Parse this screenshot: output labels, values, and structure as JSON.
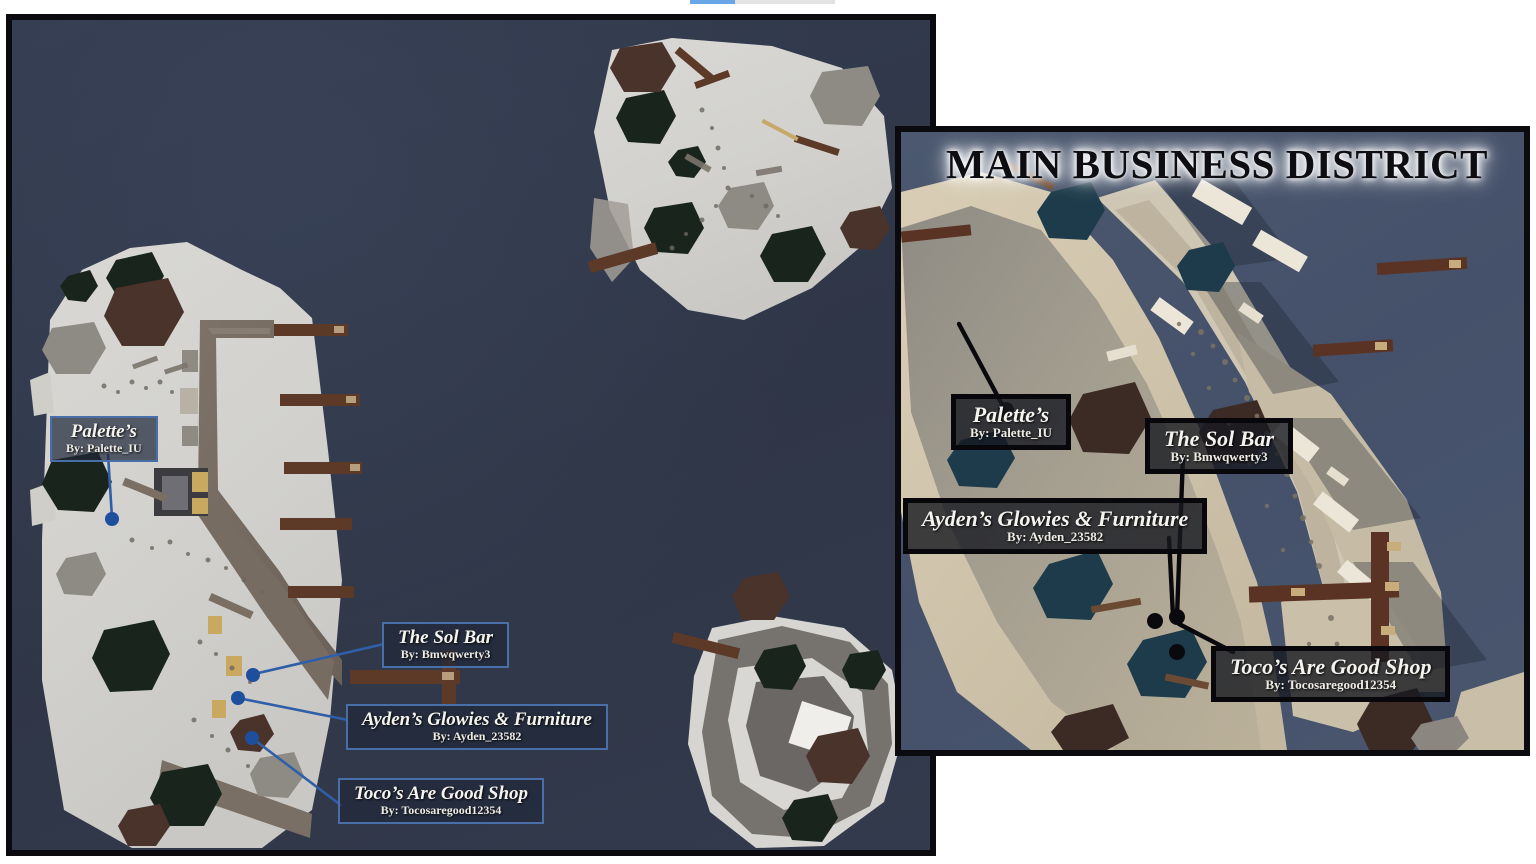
{
  "page": {
    "background_color": "#ffffff",
    "loading_bar_color": "#68a6e8"
  },
  "overview_map": {
    "name": "overview-map",
    "water_color": "#333a4e",
    "border_color": "#0b0b0f",
    "connector_color": "#2f5fa8",
    "marker_color": "#1e4f9c",
    "label_border_color": "#4a6ea8",
    "label_fill_color": "rgba(32,40,58,.72)",
    "labels": [
      {
        "name": "Palette’s",
        "by": "By: Palette_IU"
      },
      {
        "name": "The Sol Bar",
        "by": "By: Bmwqwerty3"
      },
      {
        "name": "Ayden’s Glowies & Furniture",
        "by": "By: Ayden_23582"
      },
      {
        "name": "Toco’s Are Good Shop",
        "by": "By: Tocosaregood12354"
      }
    ]
  },
  "district_inset": {
    "name": "district-inset",
    "title": "MAIN BUSINESS DISTRICT",
    "water_color": "#46536a",
    "border_color": "#0b0b0f",
    "connector_color": "#0a0a0e",
    "marker_color": "#0a0a0e",
    "label_border_color": "#08080c",
    "label_fill_color": "rgba(22,25,33,.80)",
    "labels": [
      {
        "name": "Palette’s",
        "by": "By: Palette_IU"
      },
      {
        "name": "The Sol Bar",
        "by": "By: Bmwqwerty3"
      },
      {
        "name": "Ayden’s Glowies & Furniture",
        "by": "By: Ayden_23582"
      },
      {
        "name": "Toco’s Are Good Shop",
        "by": "By: Tocosaregood12354"
      }
    ]
  }
}
